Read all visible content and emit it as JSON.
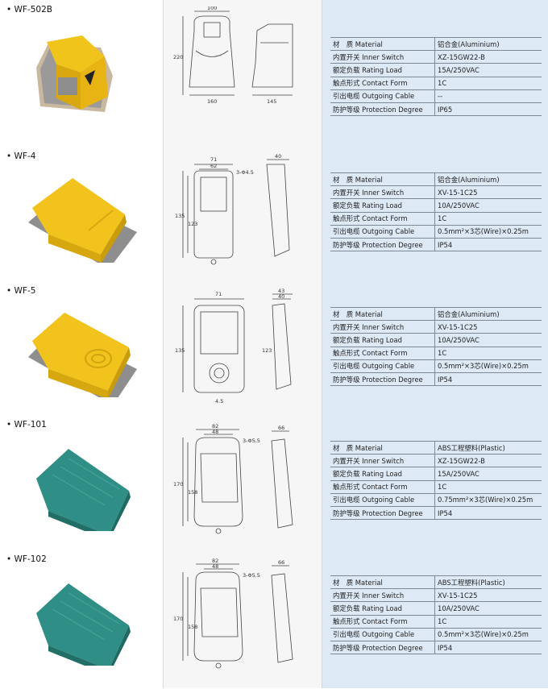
{
  "products": [
    {
      "model": "WF-502B",
      "drawing_labels": [
        "100",
        "220",
        "160",
        "145"
      ],
      "specs": [
        {
          "label": "材　质 Material",
          "value": "铝合金(Aluminium)"
        },
        {
          "label": "内置开关 Inner Switch",
          "value": "XZ-15GW22-B"
        },
        {
          "label": "额定负载 Rating Load",
          "value": "15A/250VAC"
        },
        {
          "label": "触点形式 Contact Form",
          "value": "1C"
        },
        {
          "label": "引出电缆 Outgoing Cable",
          "value": "--"
        },
        {
          "label": "防护等级 Protection Degree",
          "value": "IP65"
        }
      ]
    },
    {
      "model": "WF-4",
      "drawing_labels": [
        "71",
        "62",
        "3-Φ4.5",
        "40",
        "135",
        "123"
      ],
      "specs": [
        {
          "label": "材　质 Material",
          "value": "铝合金(Aluminium)"
        },
        {
          "label": "内置开关 Inner Switch",
          "value": "XV-15-1C25"
        },
        {
          "label": "额定负载 Rating Load",
          "value": "10A/250VAC"
        },
        {
          "label": "触点形式 Contact Form",
          "value": "1C"
        },
        {
          "label": "引出电缆 Outgoing Cable",
          "value": "0.5mm²×3芯(Wire)×0.25m"
        },
        {
          "label": "防护等级 Protection Degree",
          "value": "IP54"
        }
      ]
    },
    {
      "model": "WF-5",
      "drawing_labels": [
        "71",
        "43",
        "40",
        "135",
        "123",
        "4.5"
      ],
      "specs": [
        {
          "label": "材　质 Material",
          "value": "铝合金(Aluminium)"
        },
        {
          "label": "内置开关 Inner Switch",
          "value": "XV-15-1C25"
        },
        {
          "label": "额定负载 Rating Load",
          "value": "10A/250VAC"
        },
        {
          "label": "触点形式 Contact Form",
          "value": "1C"
        },
        {
          "label": "引出电缆 Outgoing Cable",
          "value": "0.5mm²×3芯(Wire)×0.25m"
        },
        {
          "label": "防护等级 Protection Degree",
          "value": "IP54"
        }
      ]
    },
    {
      "model": "WF-101",
      "drawing_labels": [
        "82",
        "48",
        "3-Φ5.5",
        "66",
        "170",
        "158"
      ],
      "specs": [
        {
          "label": "材　质 Material",
          "value": "ABS工程塑料(Plastic)"
        },
        {
          "label": "内置开关 Inner Switch",
          "value": "XZ-15GW22-B"
        },
        {
          "label": "额定负载 Rating Load",
          "value": "15A/250VAC"
        },
        {
          "label": "触点形式 Contact Form",
          "value": "1C"
        },
        {
          "label": "引出电缆 Outgoing Cable",
          "value": "0.75mm²×3芯(Wire)×0.25m"
        },
        {
          "label": "防护等级 Protection Degree",
          "value": "IP54"
        }
      ]
    },
    {
      "model": "WF-102",
      "drawing_labels": [
        "82",
        "48",
        "3-Φ5.5",
        "66",
        "170",
        "158"
      ],
      "specs": [
        {
          "label": "材　质 Material",
          "value": "ABS工程塑料(Plastic)"
        },
        {
          "label": "内置开关 Inner Switch",
          "value": "XV-15-1C25"
        },
        {
          "label": "额定负载 Rating Load",
          "value": "10A/250VAC"
        },
        {
          "label": "触点形式 Contact Form",
          "value": "1C"
        },
        {
          "label": "引出电缆 Outgoing Cable",
          "value": "0.5mm²×3芯(Wire)×0.25m"
        },
        {
          "label": "防护等级 Protection Degree",
          "value": "IP54"
        }
      ]
    }
  ]
}
